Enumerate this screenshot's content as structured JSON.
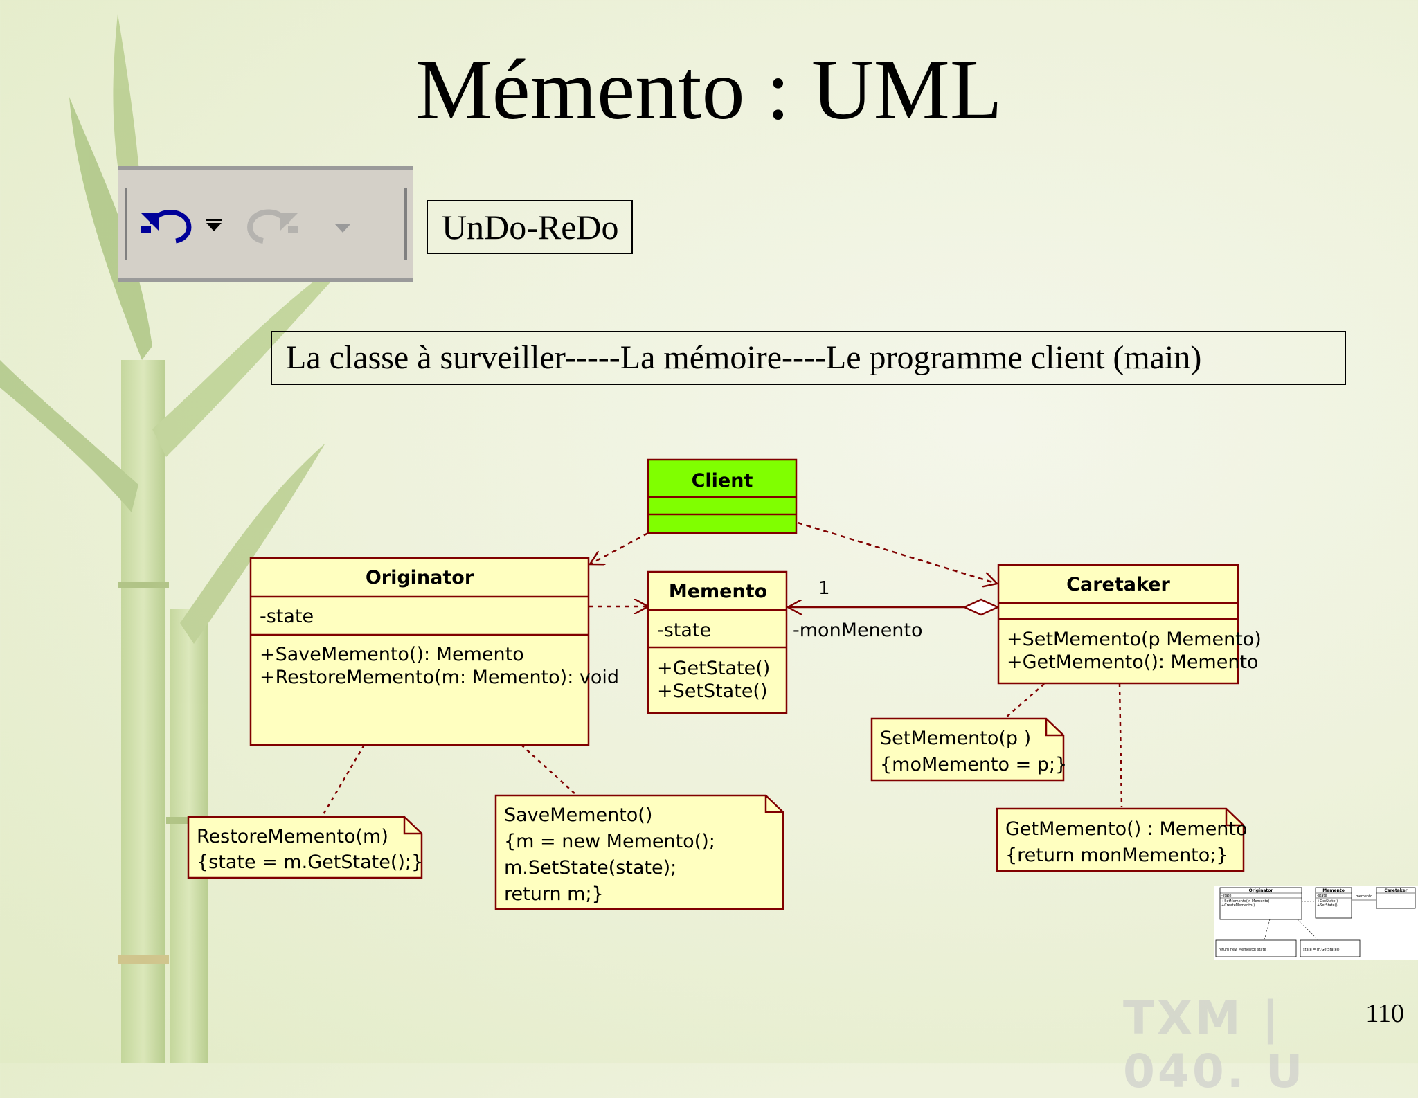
{
  "slide": {
    "title": "Mémento : UML",
    "undo_redo_label": "UnDo-ReDo",
    "caption": "La classe à surveiller-----La mémoire----Le programme client (main)",
    "page_number": "110",
    "watermark": "TXM | 040. U"
  },
  "toolbar": {
    "undo_icon": "undo-arrow-icon",
    "undo_dropdown_icon": "dropdown-arrow-icon",
    "redo_icon": "redo-arrow-icon",
    "redo_dropdown_icon": "dropdown-arrow-icon"
  },
  "colors": {
    "client_fill": "#80ff00",
    "class_fill": "#ffffc0",
    "uml_stroke": "#800000",
    "icon_blue": "#000099"
  },
  "uml": {
    "client": {
      "name": "Client"
    },
    "originator": {
      "name": "Originator",
      "attributes": [
        "-state"
      ],
      "operations": [
        "+SaveMemento(): Memento",
        "+RestoreMemento(m: Memento): void"
      ]
    },
    "memento": {
      "name": "Memento",
      "attributes": [
        "-state"
      ],
      "operations": [
        "+GetState()",
        "+SetState()"
      ]
    },
    "caretaker": {
      "name": "Caretaker",
      "operations": [
        "+SetMemento(p Memento)",
        "+GetMemento(): Memento"
      ]
    },
    "association": {
      "multiplicity": "1",
      "role": "-monMenento"
    },
    "notes": {
      "restore": [
        "RestoreMemento(m)",
        "{state = m.GetState();}"
      ],
      "save": [
        "SaveMemento()",
        "{m  =  new Memento();",
        "m.SetState(state);",
        "return m;}"
      ],
      "setmemento": [
        "SetMemento(p )",
        "{moMemento = p;}"
      ],
      "getmemento": [
        "GetMemento() : Memento",
        "{return monMemento;}"
      ]
    }
  },
  "thumbnail": {
    "originator": "Originator",
    "memento": "Memento",
    "caretaker": "Caretaker",
    "originator_attr": "-state",
    "originator_ops": [
      "+SetMemento(in Memento)",
      "+CreateMemento()"
    ],
    "memento_attr": "-state",
    "memento_ops": [
      "+GetState()",
      "+SetState()"
    ],
    "assoc_label": "memento",
    "note_left": "return new Memento( state )",
    "note_right": "state = m.GetState()"
  }
}
